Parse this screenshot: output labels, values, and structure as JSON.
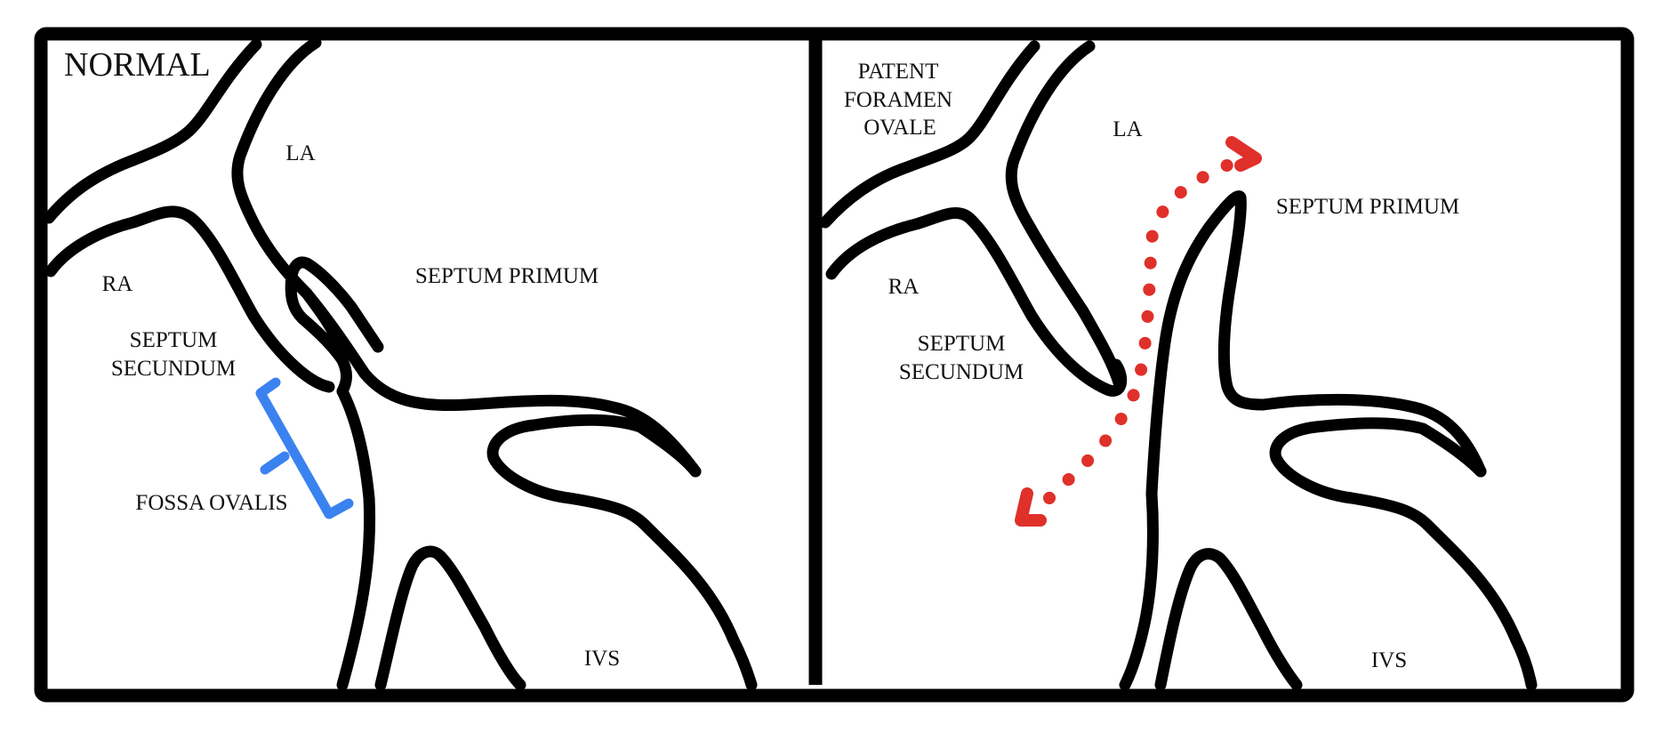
{
  "colors": {
    "outline": "#000000",
    "fossa_bracket": "#3a82f0",
    "shunt_arrow": "#e0302a"
  },
  "left_panel": {
    "title": "NORMAL",
    "labels": {
      "la": "LA",
      "ra": "RA",
      "septum_primum": "SEPTUM PRIMUM",
      "septum_secundum_line1": "SEPTUM",
      "septum_secundum_line2": "SECUNDUM",
      "fossa_ovalis": "FOSSA OVALIS",
      "ivs": "IVS"
    }
  },
  "right_panel": {
    "title_line1": "PATENT",
    "title_line2": "FORAMEN",
    "title_line3": "OVALE",
    "labels": {
      "la": "LA",
      "ra": "RA",
      "septum_primum": "SEPTUM PRIMUM",
      "septum_secundum_line1": "SEPTUM",
      "septum_secundum_line2": "SECUNDUM",
      "ivs": "IVS"
    }
  }
}
